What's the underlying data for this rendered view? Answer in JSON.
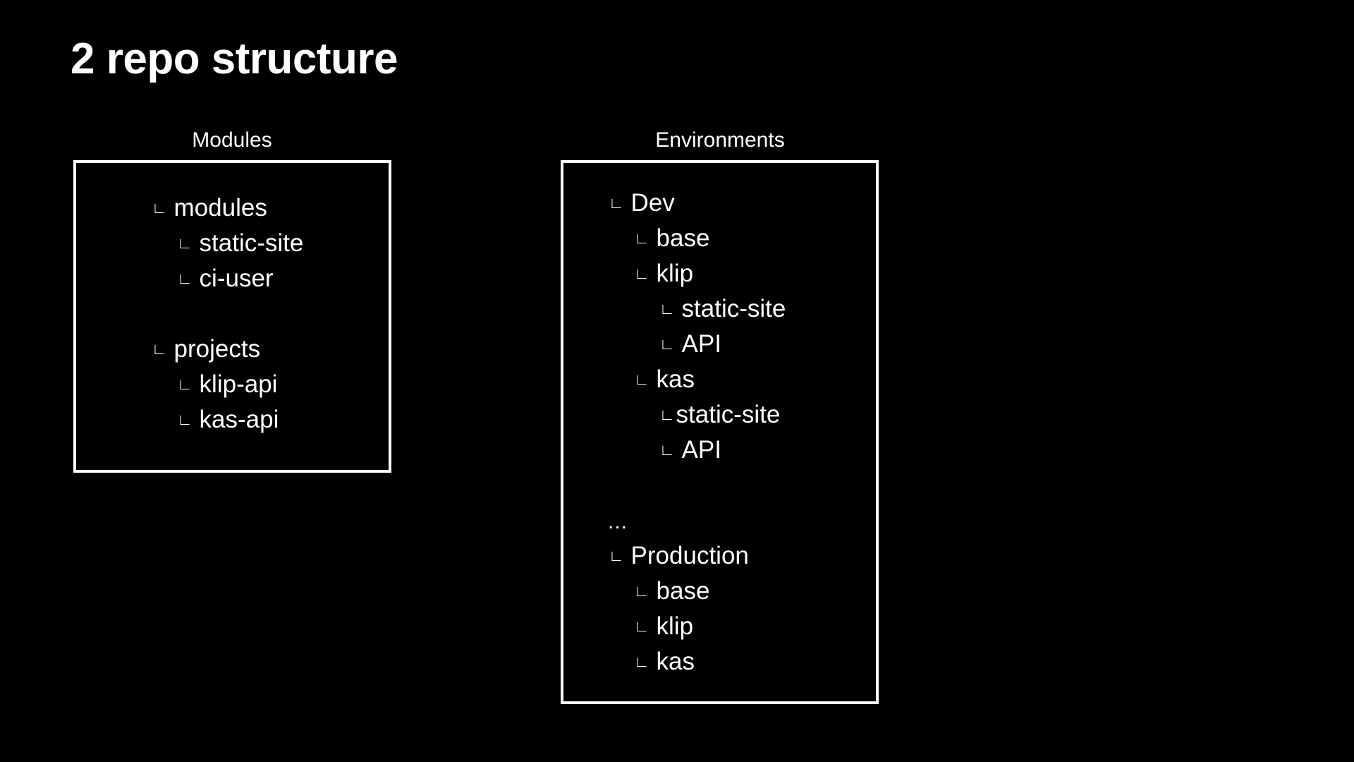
{
  "title": "2 repo structure",
  "tree_marker": "∟",
  "modules_panel": {
    "caption": "Modules",
    "items": [
      {
        "label": "modules",
        "depth": 0
      },
      {
        "label": "static-site",
        "depth": 1
      },
      {
        "label": "ci-user",
        "depth": 1
      },
      {
        "label": "projects",
        "depth": 0
      },
      {
        "label": "klip-api",
        "depth": 1
      },
      {
        "label": "kas-api",
        "depth": 1
      }
    ]
  },
  "environments_panel": {
    "caption": "Environments",
    "items": [
      {
        "label": "Dev",
        "depth": 0
      },
      {
        "label": "base",
        "depth": 1
      },
      {
        "label": "klip",
        "depth": 1
      },
      {
        "label": "static-site",
        "depth": 2
      },
      {
        "label": "API",
        "depth": 2
      },
      {
        "label": "kas",
        "depth": 1
      },
      {
        "label": "static-site",
        "depth": 2
      },
      {
        "label": "API",
        "depth": 2
      },
      {
        "label": "...",
        "depth": 0
      },
      {
        "label": "Production",
        "depth": 0
      },
      {
        "label": "base",
        "depth": 1
      },
      {
        "label": "klip",
        "depth": 1
      },
      {
        "label": "kas",
        "depth": 1
      }
    ]
  }
}
